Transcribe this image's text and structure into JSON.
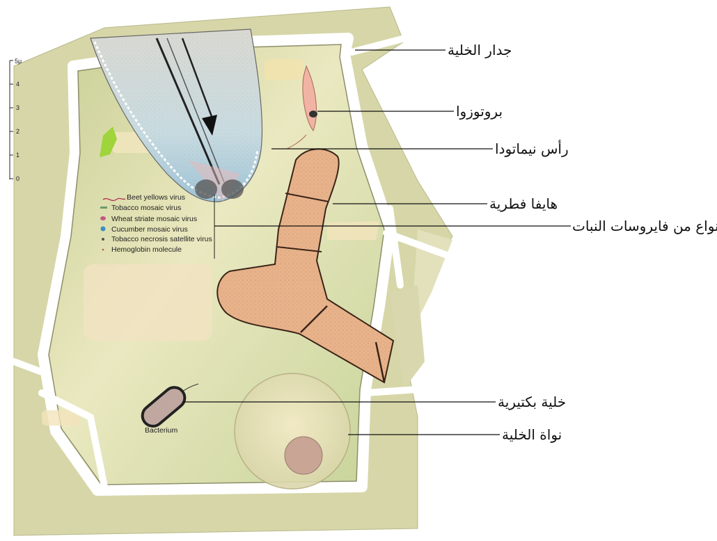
{
  "labels": {
    "cell_wall": "جدار الخلية",
    "protozoa": "بروتوزوا",
    "nematode_head": "رأس نيماتودا",
    "fungal_hypha": "هايفا فطرية",
    "plant_viruses": "أنواع من فايروسات النبات",
    "bacterial_cell": "خلية بكتيرية",
    "cell_nucleus": "نواة الخلية"
  },
  "virus_legend": [
    {
      "name": "Beet yellows virus",
      "icon": "wavy-line-icon",
      "color": "#b0304a"
    },
    {
      "name": "Tobacco mosaic virus",
      "icon": "rod-icon",
      "color": "#6a9a6a"
    },
    {
      "name": "Wheat striate mosaic virus",
      "icon": "bullet-icon",
      "color": "#c05a80"
    },
    {
      "name": "Cucumber mosaic virus",
      "icon": "sphere-icon",
      "color": "#3d8fc0"
    },
    {
      "name": "Tobacco necrosis satellite virus",
      "icon": "dot-icon",
      "color": "#555555"
    },
    {
      "name": "Hemoglobin molecule",
      "icon": "tiny-dot-icon",
      "color": "#b06030"
    }
  ],
  "bacterium_caption": "Bacterium",
  "scale": {
    "unit_label": "5μ",
    "ticks": [
      "4",
      "3",
      "2",
      "1",
      "0"
    ]
  }
}
